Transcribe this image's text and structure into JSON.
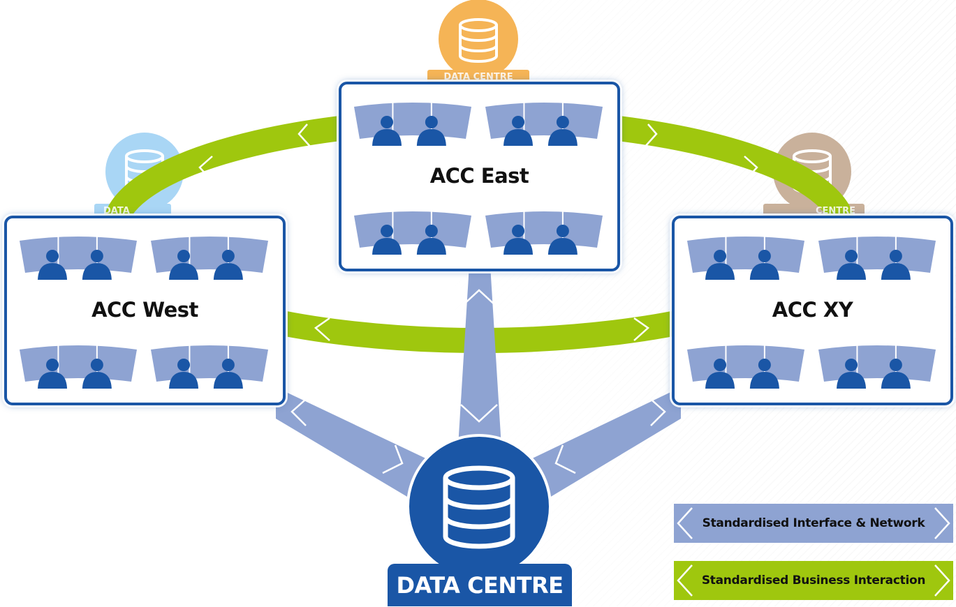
{
  "diagram": {
    "colors": {
      "interface": "#8ea3d2",
      "business": "#9fc70e",
      "accent_blue": "#1a56a6",
      "operator": "#1a56a6",
      "screen": "#8ea3d2",
      "sat_east": "#f5b456",
      "sat_west": "#a9d6f5",
      "sat_xy": "#c9b19b"
    },
    "centres": {
      "east": {
        "title": "ACC East"
      },
      "west": {
        "title": "ACC West"
      },
      "xy": {
        "title": "ACC XY"
      }
    },
    "satellites": {
      "east": {
        "label": "DATA CENTRE",
        "icon": "database-icon"
      },
      "west": {
        "label": "DATA",
        "icon": "database-icon"
      },
      "xy": {
        "label": "CENTRE",
        "icon": "database-icon"
      }
    },
    "data_centre": {
      "label": "DATA CENTRE",
      "icon": "database-icon"
    },
    "legend": [
      {
        "label": "Standardised Interface & Network",
        "color": "#8ea3d2"
      },
      {
        "label": "Standardised Business Interaction",
        "color": "#9fc70e"
      }
    ]
  }
}
